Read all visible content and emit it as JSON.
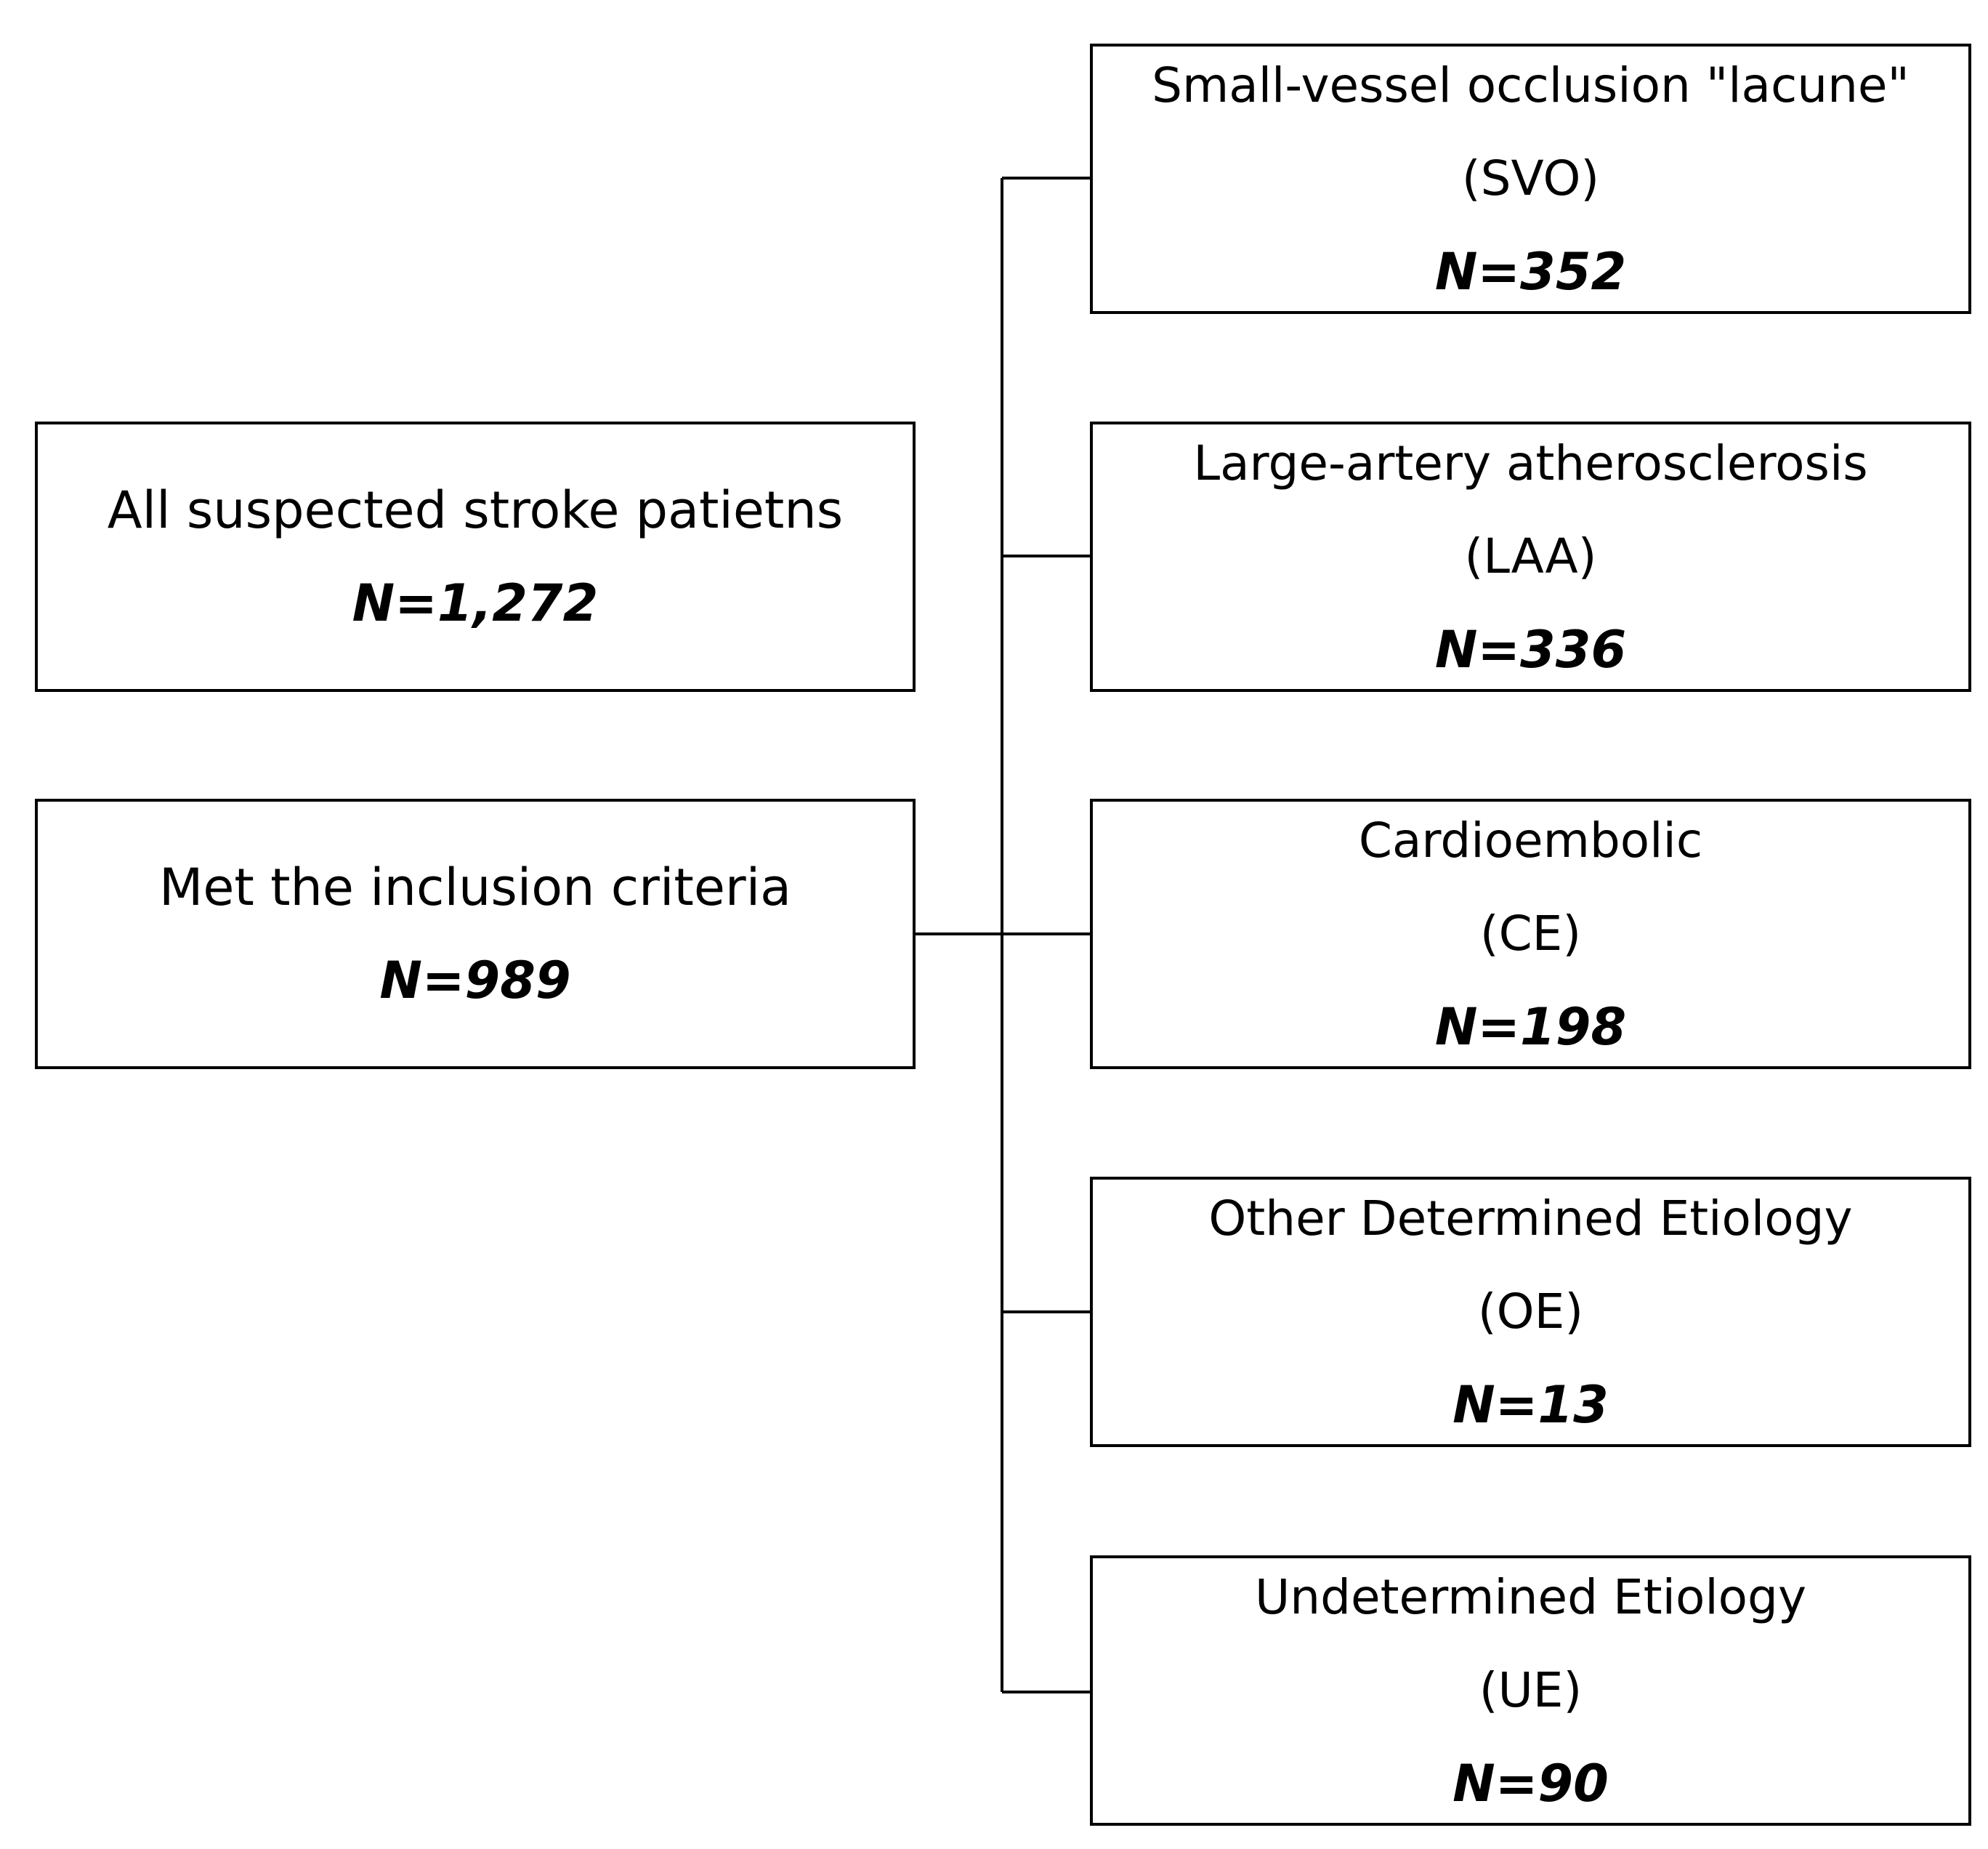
{
  "left_boxes": [
    {
      "label": "All suspected stroke patietns",
      "count": "N=1,272"
    },
    {
      "label": "Met the inclusion criteria",
      "count": "N=989"
    }
  ],
  "right_boxes": [
    {
      "label": "Small-vessel occlusion \"lacune\"",
      "abbr": "(SVO)",
      "count": "N=352"
    },
    {
      "label": "Large-artery atherosclerosis",
      "abbr": "(LAA)",
      "count": "N=336"
    },
    {
      "label": "Cardioembolic",
      "abbr": "(CE)",
      "count": "N=198"
    },
    {
      "label": "Other Determined Etiology",
      "abbr": "(OE)",
      "count": "N=13"
    },
    {
      "label": "Undetermined Etiology",
      "abbr": "(UE)",
      "count": "N=90"
    }
  ]
}
